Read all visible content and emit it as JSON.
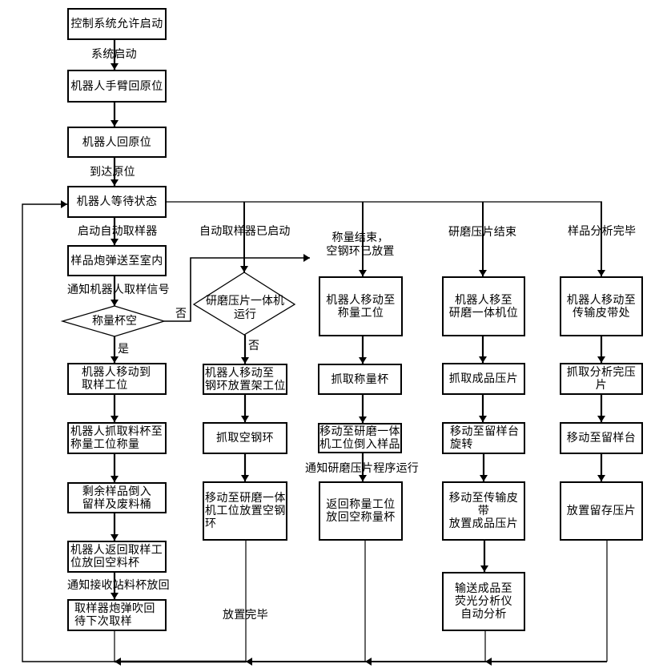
{
  "flowchart": {
    "nodes": {
      "control_allow_start": "控制系统允许启动",
      "arm_home": "机器人手臂回原位",
      "robot_home": "机器人回原位",
      "robot_wait": "机器人等待状态",
      "sample_shell_arrive": "样品炮弹送至室内",
      "move_to_sampling": "机器人移动到\n取样工位",
      "grab_cup_weigh": "机器人抓取料杯至\n称量工位称量",
      "pour_remainder": "剩余样品倒入\n留样及废料桶",
      "return_empty_cup": "机器人返回取样工\n位放回空料杯",
      "shell_blow_back": "取样器炮弹吹回\n待下次取样",
      "move_to_ring_rack": "机器人移动至\n钢环放置架工位",
      "grab_empty_ring": "抓取空钢环",
      "place_empty_ring": "移动至研磨一体\n机工位放置空钢\n环",
      "move_to_weigh": "机器人移动至\n称量工位",
      "grab_weigh_cup": "抓取称量杯",
      "pour_sample_grinder": "移动至研磨一体\n机工位倒入样品",
      "return_weigh_cup": "返回称量工位\n放回空称量杯",
      "move_to_grinder": "机器人移至\n研磨一体机位",
      "grab_pellet": "抓取成品压片",
      "move_retain_rotate": "移动至留样台\n旋转",
      "move_to_belt": "移动至传输皮带\n放置成品压片",
      "convey_to_xrf": "输送成品至\n荧光分析仪\n自动分析",
      "move_to_belt_end": "机器人移动至\n传输皮带处",
      "grab_analyzed_pellet": "抓取分析完压片",
      "move_to_retain": "移动至留样台",
      "store_pellet": "放置留存压片"
    },
    "decisions": {
      "cup_empty": "称量杯空",
      "grinder_running": "研磨压片一体机\n运行"
    },
    "edge_labels": {
      "system_start": "系统启动",
      "reached_home": "到达原位",
      "start_auto_sampler": "启动自动取样器",
      "notify_robot_sampling": "通知机器人取样信号",
      "yes": "是",
      "no_cup": "否",
      "no_grinder": "否",
      "sampler_started": "自动取样器已启动",
      "weigh_done": "称量结束，\n空钢环已放置",
      "grinding_done": "研磨压片结束",
      "analysis_done": "样品分析完毕",
      "notify_station_cup_return": "通知接收站料杯放回",
      "notify_grinding_program": "通知研磨压片程序运行",
      "placement_done": "放置完毕"
    }
  }
}
